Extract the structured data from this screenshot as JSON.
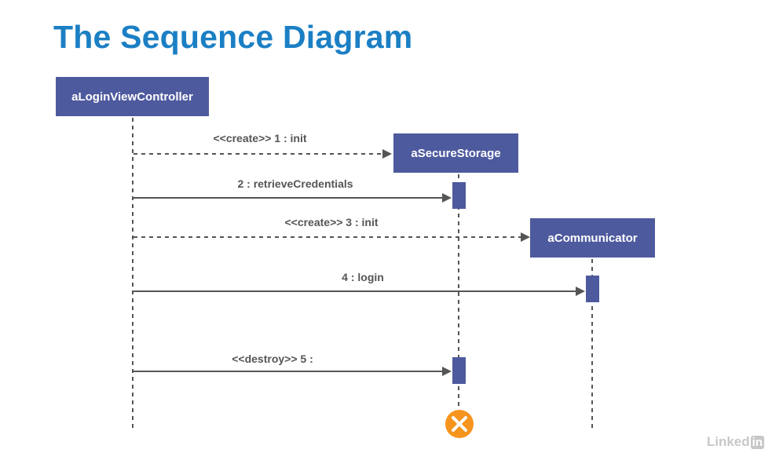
{
  "title": "The Sequence Diagram",
  "lifelines": [
    {
      "id": "login",
      "label": "aLoginViewController"
    },
    {
      "id": "storage",
      "label": "aSecureStorage"
    },
    {
      "id": "comm",
      "label": "aCommunicator"
    }
  ],
  "messages": [
    {
      "label": "<<create>> 1 : init",
      "from": "login",
      "to": "storage",
      "style": "dashed"
    },
    {
      "label": "2 : retrieveCredentials",
      "from": "login",
      "to": "storage",
      "style": "solid"
    },
    {
      "label": "<<create>> 3 : init",
      "from": "login",
      "to": "comm",
      "style": "dashed"
    },
    {
      "label": "4 : login",
      "from": "login",
      "to": "comm",
      "style": "solid"
    },
    {
      "label": "<<destroy>> 5 :",
      "from": "login",
      "to": "storage",
      "style": "solid"
    }
  ],
  "destroy_marker": {
    "lifeline": "storage",
    "icon": "destroy-x-icon",
    "color": "#f7941d"
  },
  "colors": {
    "title": "#1b7fc4",
    "box": "#4e5a9e",
    "arrow": "#555555"
  },
  "watermark": {
    "text": "Linked",
    "badge": "in"
  }
}
